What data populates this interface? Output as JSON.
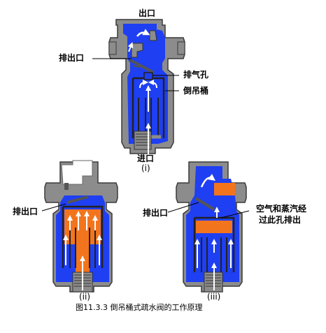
{
  "labels": {
    "top_outlet": "出口",
    "drain_outlet_1": "排出口",
    "vent_hole": "排气孔",
    "bucket": "倒吊桶",
    "inlet": "进口",
    "stage_i": "(i)",
    "drain_outlet_2": "排出口",
    "stage_ii": "(ii)",
    "drain_outlet_3": "排出口",
    "steam_air_line1": "空气和蒸汽经",
    "steam_air_line2": "过此孔排出",
    "stage_iii": "(iii)"
  },
  "caption": "图11.3.3 倒吊桶式疏水阀的工作原理",
  "colors": {
    "body_gray": "#8c8c8c",
    "body_dark": "#444444",
    "water_blue": "#1f3ff2",
    "steam_orange": "#f2751d",
    "arrow_white": "#ffffff"
  }
}
